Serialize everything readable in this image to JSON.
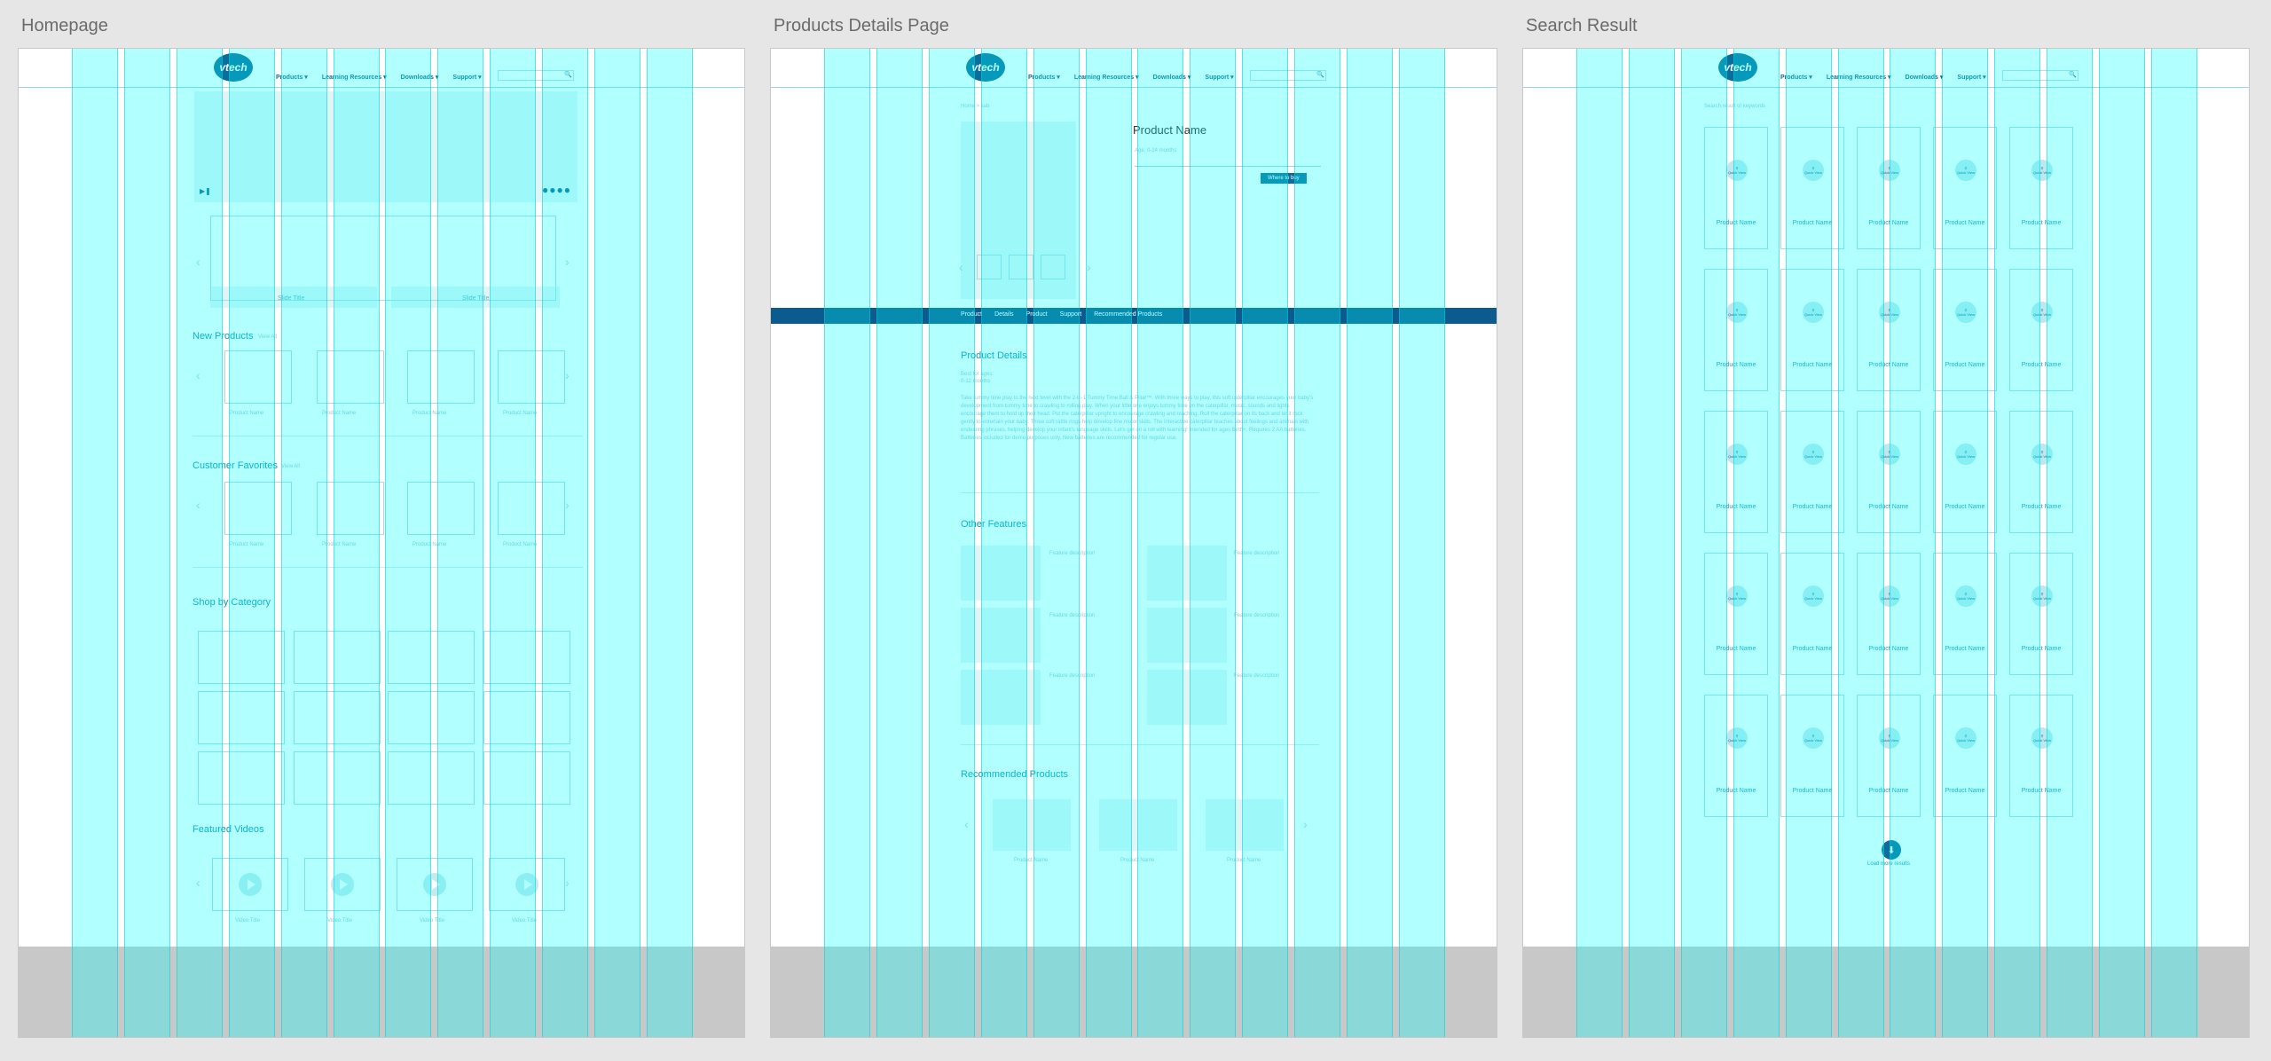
{
  "frames": {
    "homepage": "Homepage",
    "details": "Products Details Page",
    "search": "Search Result"
  },
  "header": {
    "logo": "vtech",
    "nav": [
      "Products",
      "Learning Resources",
      "Downloads",
      "Support"
    ],
    "search_icon": "search-icon"
  },
  "home": {
    "slide_title": "Slide Title",
    "new_products": "New Products",
    "customer_favorites": "Customer Favorites",
    "view_all": "View All",
    "product_name": "Product Name",
    "shop_by_category": "Shop by Category",
    "featured_videos": "Featured Videos",
    "video_title": "Video Title"
  },
  "details": {
    "breadcrumb": "Home > sub",
    "product_name": "Product Name",
    "age": "Age: 0-24 months",
    "where_to_buy": "Where to buy",
    "tabs": [
      "Product",
      "Details",
      "Product",
      "Support",
      "Recommended Products"
    ],
    "product_details": "Product Details",
    "best_for": "Best for ages:",
    "months": "0-12 months",
    "description": "Take tummy time play to the next level with the 2-in-1 Tummy Time Ball & Pillar™. With three ways to play, this soft caterpillar encourages your baby's development from tummy time to crawling to rolling play. When your little one enjoys tummy time on the caterpillar, music, sounds and lights encourage them to hold up their head. Put the caterpillar upright to encourage crawling and reaching. Roll the caterpillar on its back and let it rock gently to entertain your baby. Three soft rattle rings help develop fine motor skills. The interactive caterpillar teaches about feelings and animals with endearing phrases, helping develop your infant's language skills. Let's get on a roll with learning! Intended for ages Birth+. Requires 2 AA batteries. Batteries included for demo purposes only. New batteries are recommended for regular use.",
    "other_features": "Other Features",
    "feature_description": "Feature description",
    "recommended": "Recommended Products",
    "product_name_small": "Product Name"
  },
  "search": {
    "results_label": "Search result of keywords",
    "quick_view": "Quick View",
    "product_name": "Product Name",
    "load_more": "Load more results"
  }
}
